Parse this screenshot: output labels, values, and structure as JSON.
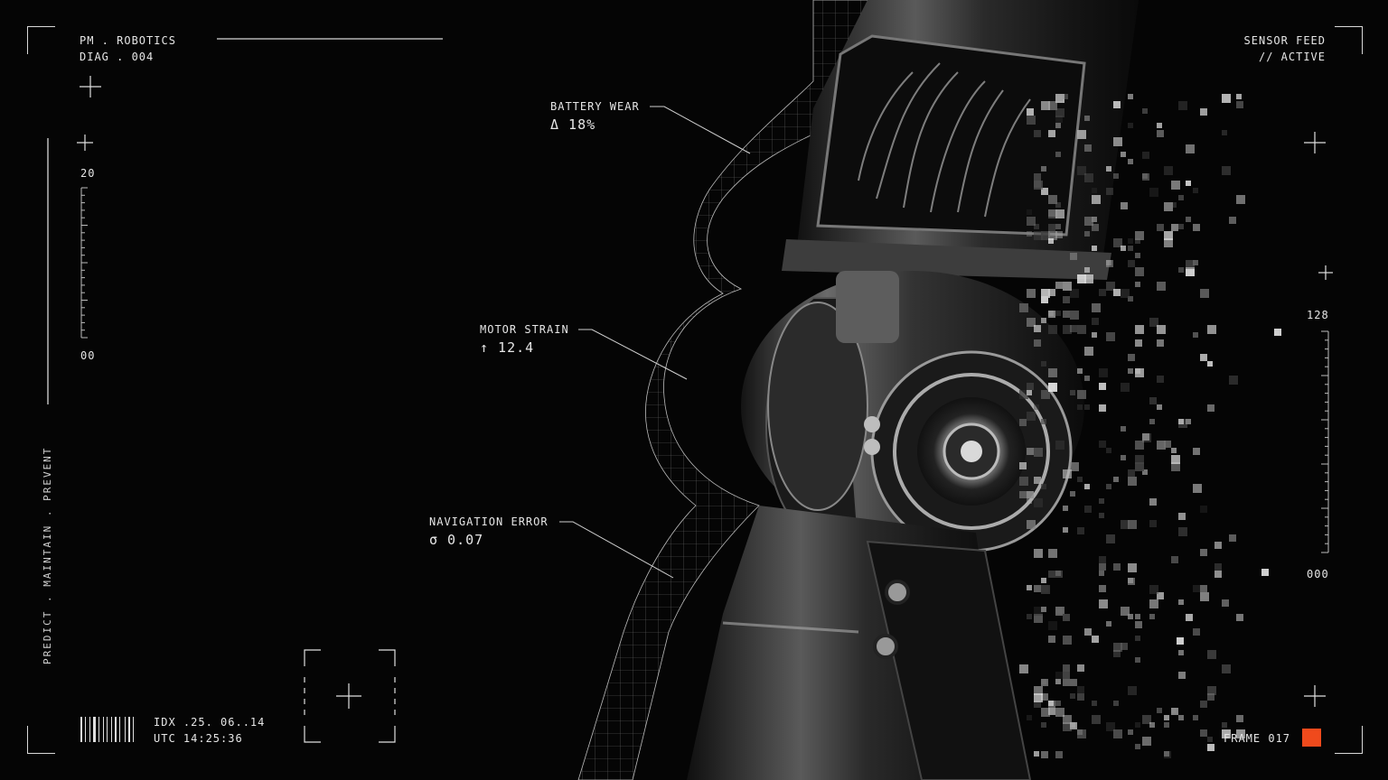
{
  "header": {
    "brand": "PM . ROBOTICS",
    "diag": "DIAG . 004",
    "feed_title": "SENSOR FEED",
    "feed_status": "// ACTIVE"
  },
  "side_tagline": "PREDICT . MAINTAIN . PREVENT",
  "left_scale": {
    "max_label": "20",
    "min_label": "00"
  },
  "right_scale": {
    "max_label": "128",
    "min_label": "000"
  },
  "callouts": {
    "battery": {
      "label": "BATTERY WEAR",
      "value": "Δ 18%"
    },
    "motor": {
      "label": "MOTOR STRAIN",
      "value": "↑ 12.4"
    },
    "navigation": {
      "label": "NAVIGATION ERROR",
      "value": "σ 0.07"
    }
  },
  "footer": {
    "idx": "IDX .25. 06..14",
    "utc": "UTC 14:25:36",
    "frame": "FRAME 017"
  },
  "colors": {
    "accent": "#f04a1c",
    "background": "#050505",
    "line": "#d8d8d8"
  },
  "icons": [
    "crosshair-icon",
    "barcode-icon",
    "focus-reticle-icon"
  ]
}
